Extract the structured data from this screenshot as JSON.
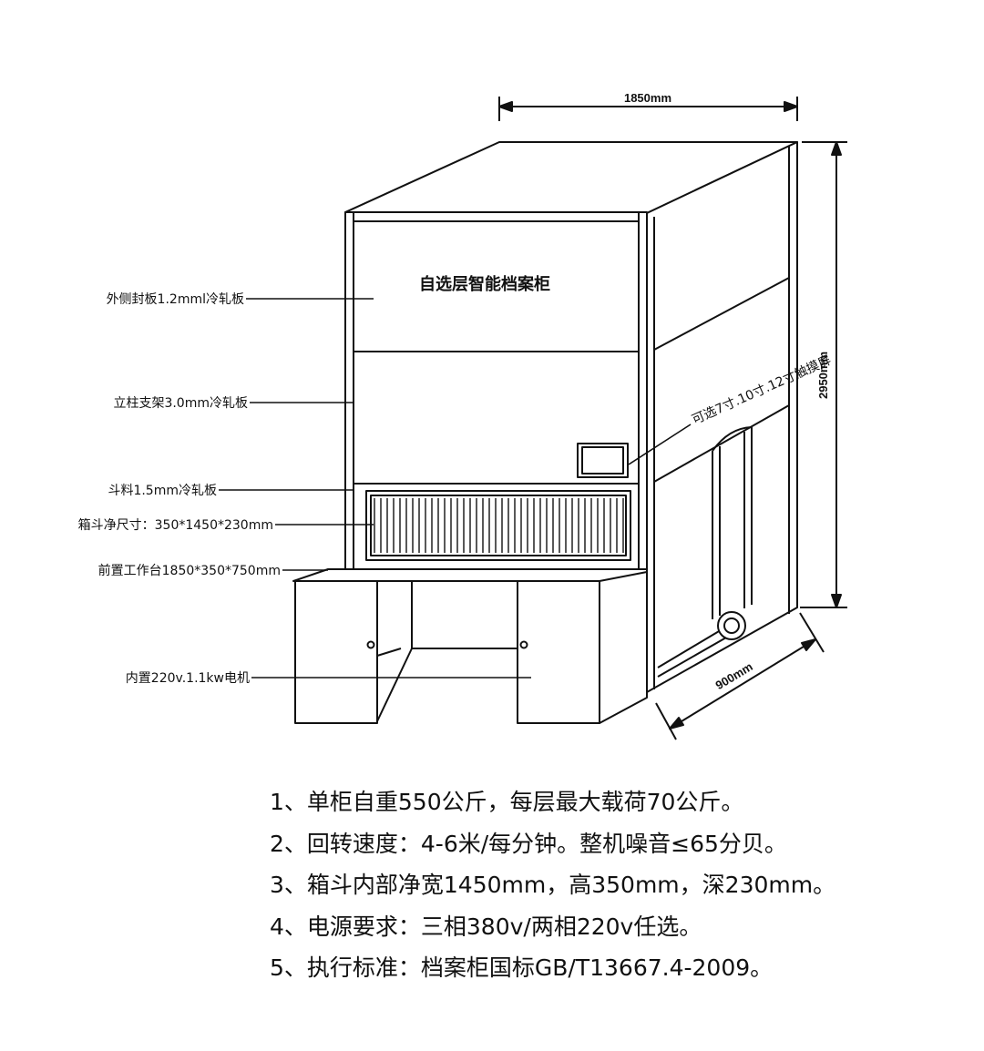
{
  "dimensions": {
    "width": "1850mm",
    "height": "2950mm",
    "depth": "900mm"
  },
  "cabinet_title": "自选层智能档案柜",
  "callouts": [
    {
      "id": "outer-panel",
      "text": "外侧封板1.2mml冷轧板"
    },
    {
      "id": "column",
      "text": "立柱支架3.0mm冷轧板"
    },
    {
      "id": "drawer-material",
      "text": "斗料1.5mm冷轧板"
    },
    {
      "id": "drawer-size",
      "text": "箱斗净尺寸：350*1450*230mm"
    },
    {
      "id": "workbench",
      "text": "前置工作台1850*350*750mm"
    },
    {
      "id": "motor",
      "text": "内置220v.1.1kw电机"
    },
    {
      "id": "screen",
      "text": "可选7寸.10寸.12寸触摸屏"
    }
  ],
  "specs": [
    "1、单柜自重550公斤，每层最大载荷70公斤。",
    "2、回转速度：4-6米/每分钟。整机噪音≤65分贝。",
    "3、箱斗内部净宽1450mm，高350mm，深230mm。",
    "4、电源要求：三相380v/两相220v任选。",
    "5、执行标准：档案柜国标GB/T13667.4-2009。"
  ]
}
